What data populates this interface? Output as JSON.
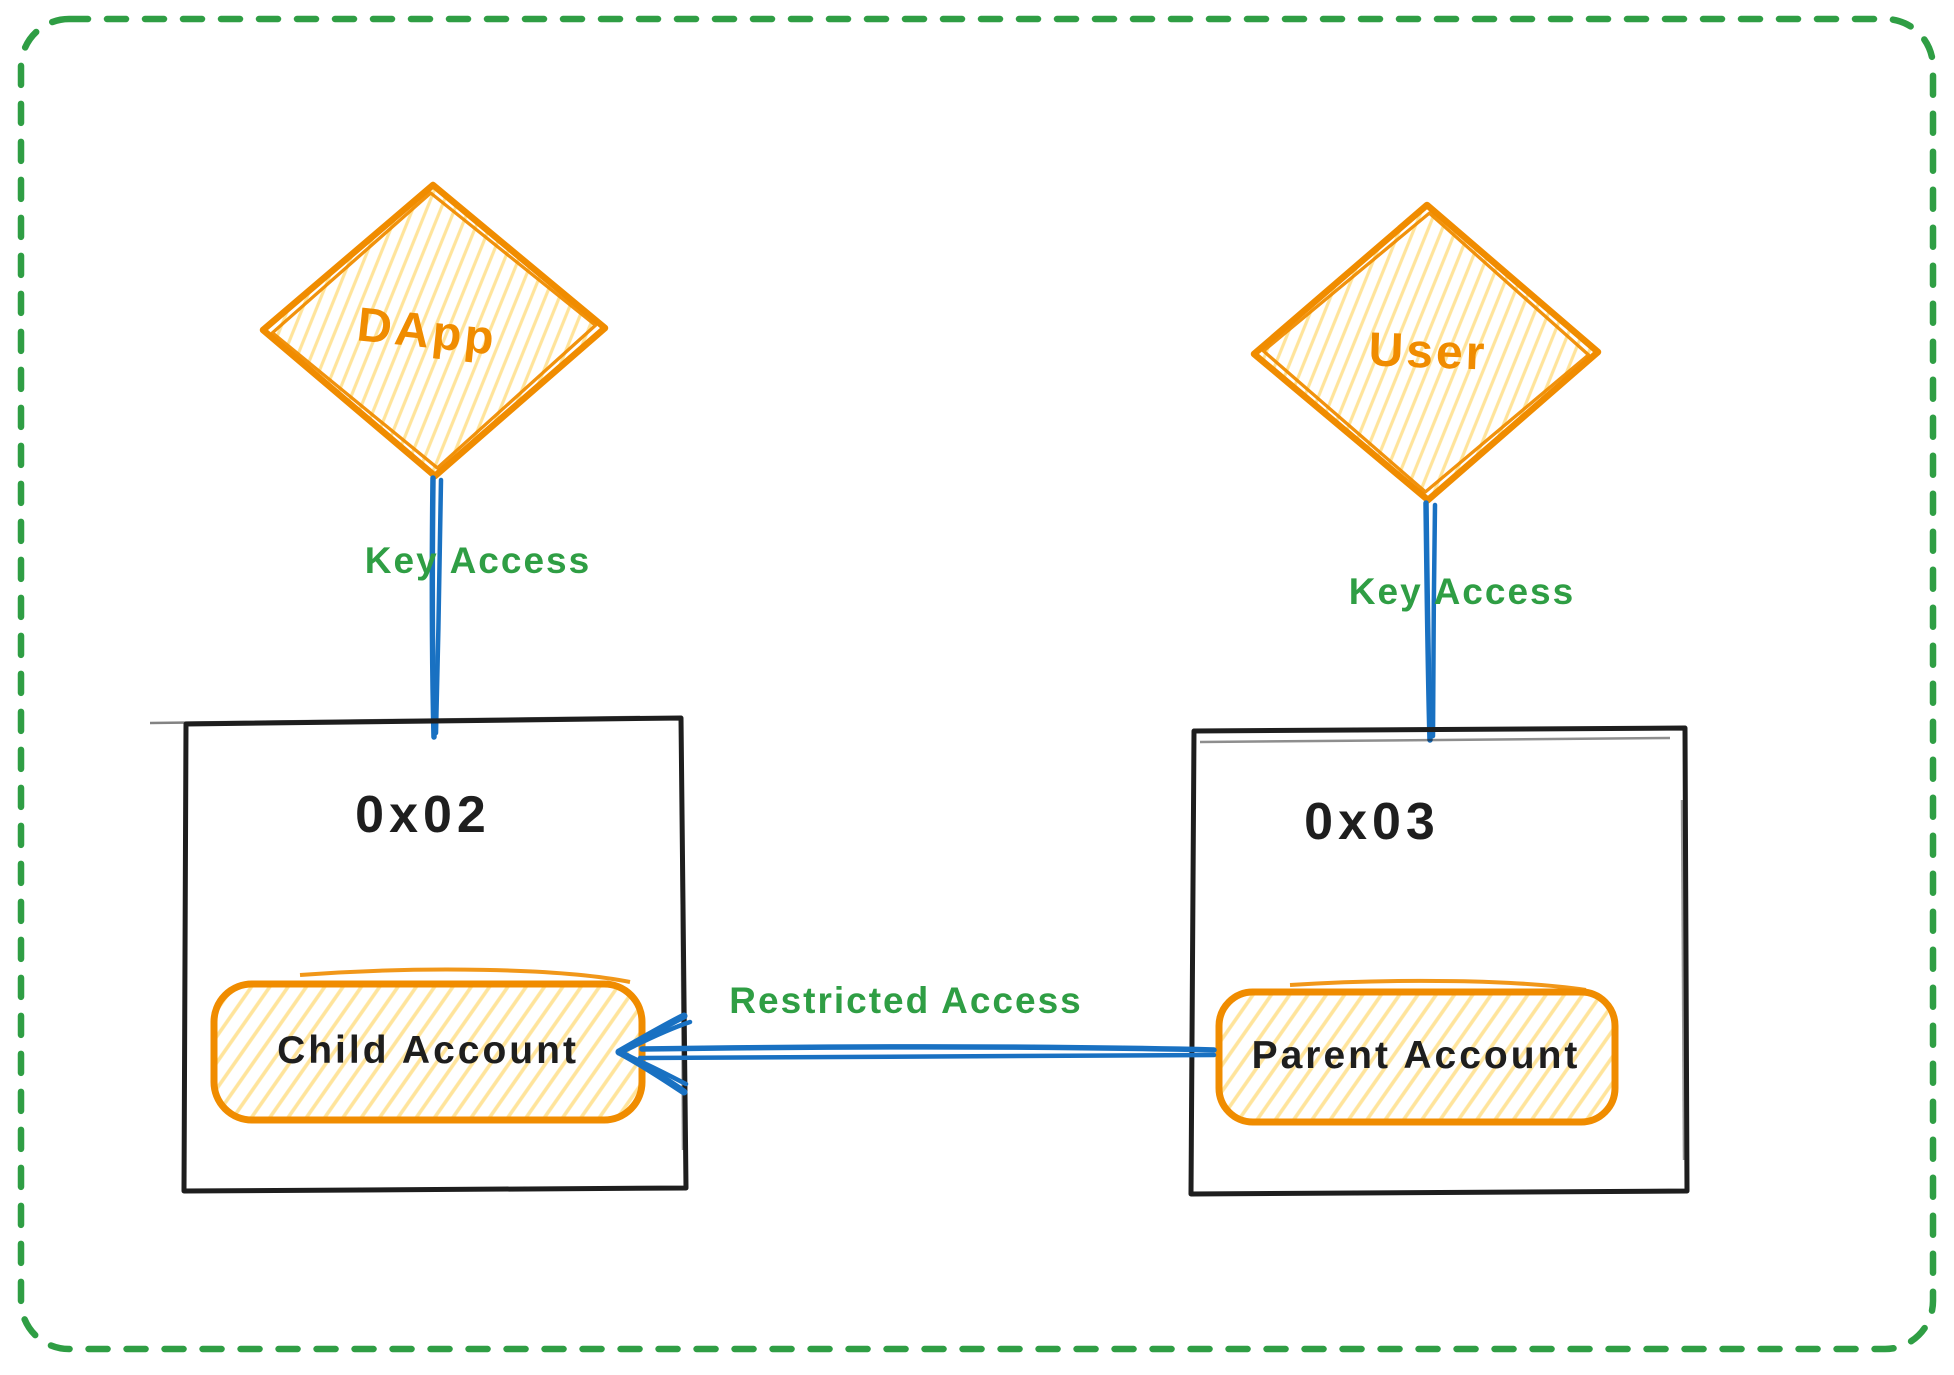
{
  "diagram": {
    "palette": {
      "orange": "#f08c00",
      "yellow_hatch": "#ffe49b",
      "blue": "#1971c2",
      "green": "#2f9e44",
      "ink": "#1e1e1e",
      "background": "#ffffff"
    },
    "actors": [
      {
        "id": "dapp",
        "label": "DApp",
        "shape": "diamond"
      },
      {
        "id": "user",
        "label": "User",
        "shape": "diamond"
      }
    ],
    "accounts": [
      {
        "id": "left",
        "label": "0x02",
        "inner": {
          "label": "Child Account"
        }
      },
      {
        "id": "right",
        "label": "0x03",
        "inner": {
          "label": "Parent Account"
        }
      }
    ],
    "connections": [
      {
        "from": "DApp",
        "to": "0x02",
        "label": "Key Access",
        "arrow": false
      },
      {
        "from": "User",
        "to": "0x03",
        "label": "Key Access",
        "arrow": false
      },
      {
        "from": "Parent Account",
        "to": "Child Account",
        "label": "Restricted Access",
        "arrow": true
      }
    ]
  }
}
